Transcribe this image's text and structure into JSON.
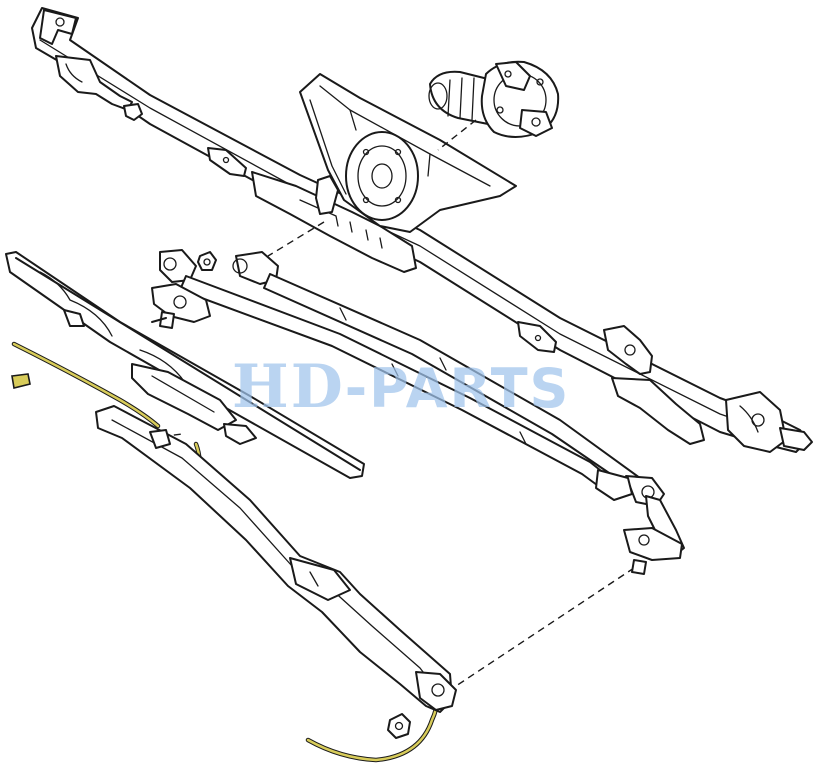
{
  "diagram": {
    "watermark": {
      "prefix": "HD",
      "suffix": "-PARTS"
    },
    "colors": {
      "line": "#1a1a1a",
      "highlight": "#d8cc5a",
      "watermark": "#a0c3eb",
      "background": "#ffffff"
    },
    "parts": [
      "wiper-frame",
      "wiper-motor",
      "linkage-rod-upper",
      "linkage-rod-lower",
      "wiper-blade",
      "wiper-arm",
      "washer-hose",
      "nut"
    ]
  }
}
